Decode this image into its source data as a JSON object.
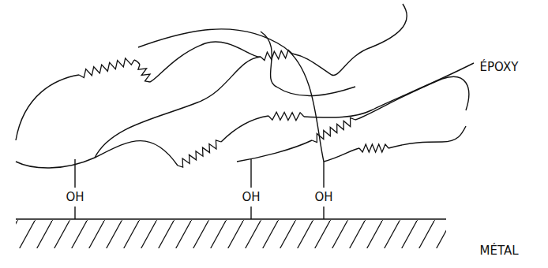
{
  "diagram": {
    "labels": [
      "OH",
      "OH",
      "OH",
      "ÉPOXY",
      "MÉTAL"
    ]
  }
}
